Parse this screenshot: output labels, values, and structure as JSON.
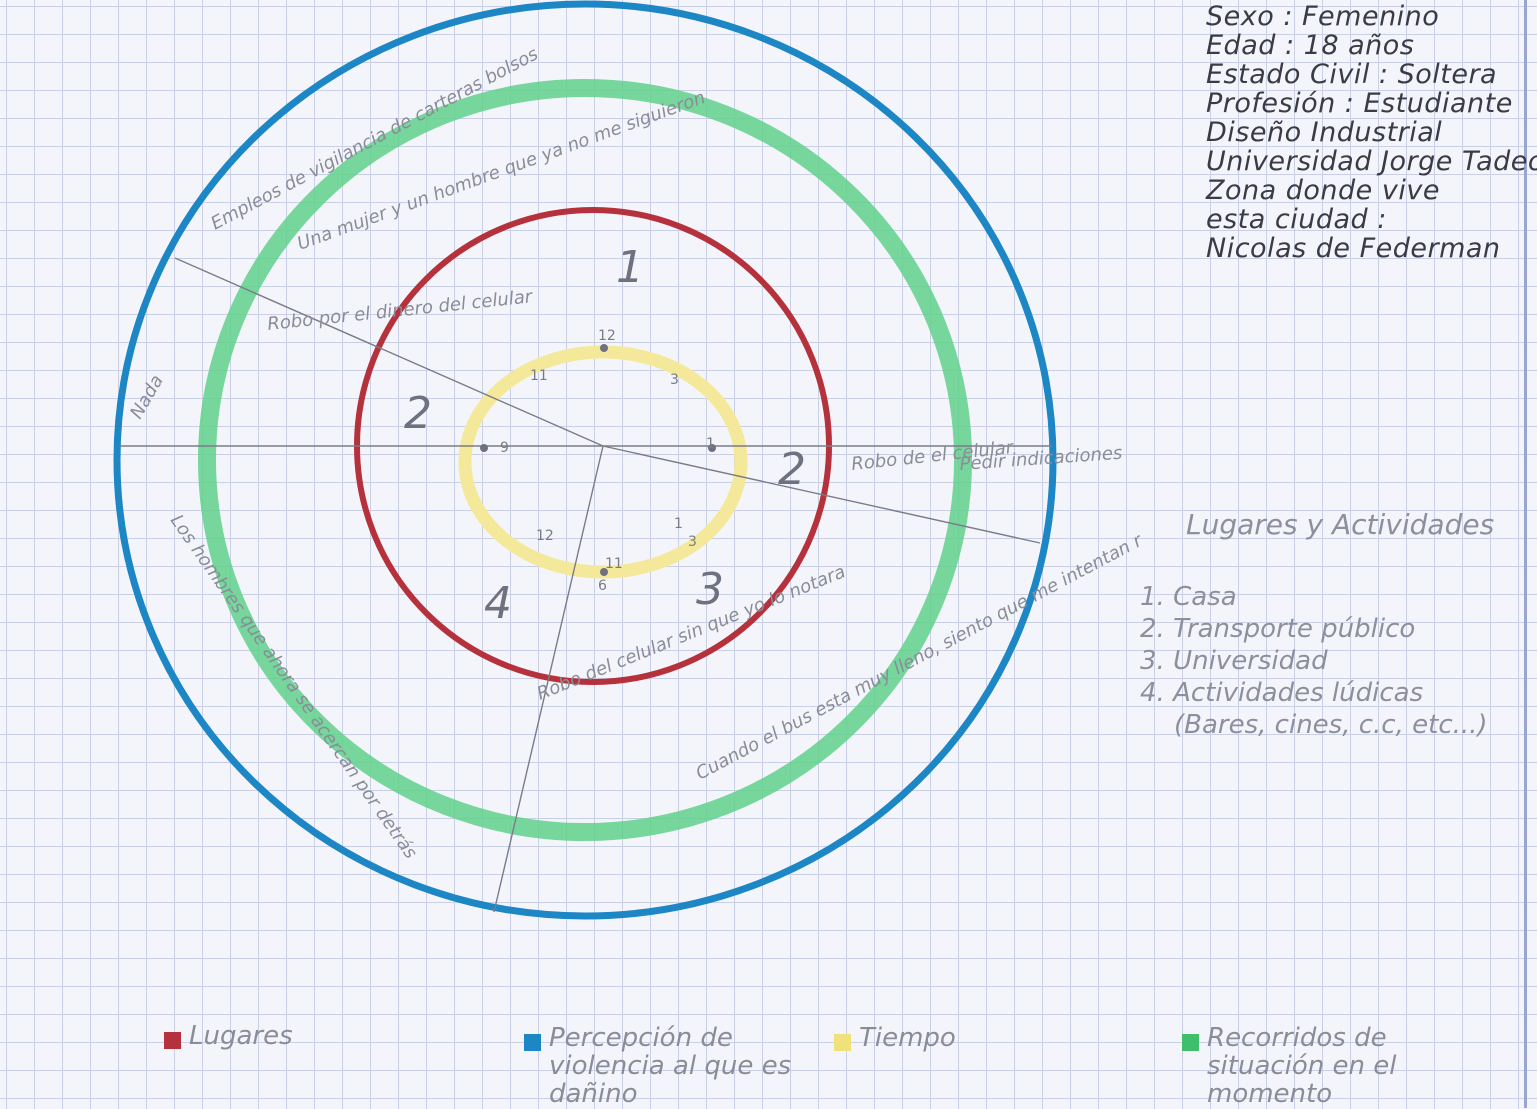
{
  "profile": {
    "lines": [
      "Sexo : Femenino",
      "Edad : 18 años",
      "Estado Civil : Soltera",
      "Profesión : Estudiante",
      "Diseño Industrial",
      "Universidad Jorge Tadeo",
      "Zona donde vive",
      "esta ciudad :",
      "Nicolas de Federman"
    ]
  },
  "places": {
    "title": "Lugares y Actividades",
    "items": [
      "1. Casa",
      "2. Transporte público",
      "3. Universidad",
      "4. Actividades lúdicas",
      "(Bares, cines, c.c, etc...)"
    ]
  },
  "diagram": {
    "sector_numbers": [
      "1",
      "2",
      "2",
      "3",
      "4"
    ],
    "clock_labels": [
      "12",
      "3",
      "6",
      "9",
      "11",
      "11",
      "1",
      "1",
      "12",
      "3"
    ],
    "segment_texts": [
      "Empleos de vigilancia de carteras bolsos",
      "Una mujer y un hombre que ya no me siguieron",
      "Robo por el dinero del celular",
      "Nada",
      "Robo de el celular",
      "Robo del celular sin que yo lo notara",
      "Cuando el bus esta muy lleno, siento que me intentan robar",
      "Los hombres que ahora se acercan por detrás",
      "Pedir indicaciones"
    ]
  },
  "legend": [
    {
      "label": "Lugares",
      "color": "#b5313c"
    },
    {
      "label": "Percepción de violencia al que es dañino",
      "color": "#1d86c4"
    },
    {
      "label": "Tiempo",
      "color": "#f0e27a"
    },
    {
      "label": "Recorridos de situación en el momento",
      "color": "#3fbf6b"
    }
  ]
}
